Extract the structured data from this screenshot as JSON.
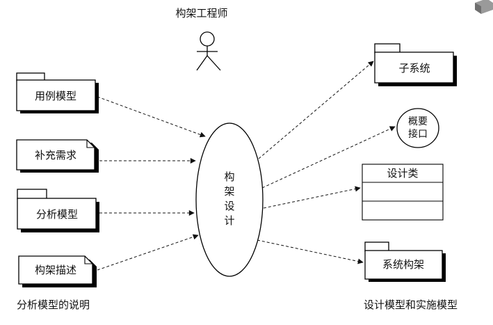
{
  "actor": {
    "label": "构架工程师"
  },
  "inputs": [
    {
      "id": "use-case-model",
      "label": "用例模型",
      "shape": "package"
    },
    {
      "id": "supplementary-requirements",
      "label": "补充需求",
      "shape": "note"
    },
    {
      "id": "analysis-model",
      "label": "分析模型",
      "shape": "package"
    },
    {
      "id": "architecture-description",
      "label": "构架描述",
      "shape": "note"
    }
  ],
  "activity": {
    "label_lines": [
      "构",
      "架",
      "设",
      "计"
    ]
  },
  "outputs": [
    {
      "id": "subsystem",
      "label": "子系统",
      "shape": "package"
    },
    {
      "id": "interface",
      "label_lines": [
        "概要",
        "接口"
      ],
      "shape": "ellipse"
    },
    {
      "id": "design-class",
      "label": "设计类",
      "shape": "class"
    },
    {
      "id": "system-architecture",
      "label": "系统构架",
      "shape": "package"
    }
  ],
  "captions": {
    "left": "分析模型的说明",
    "right": "设计模型和实施模型"
  }
}
